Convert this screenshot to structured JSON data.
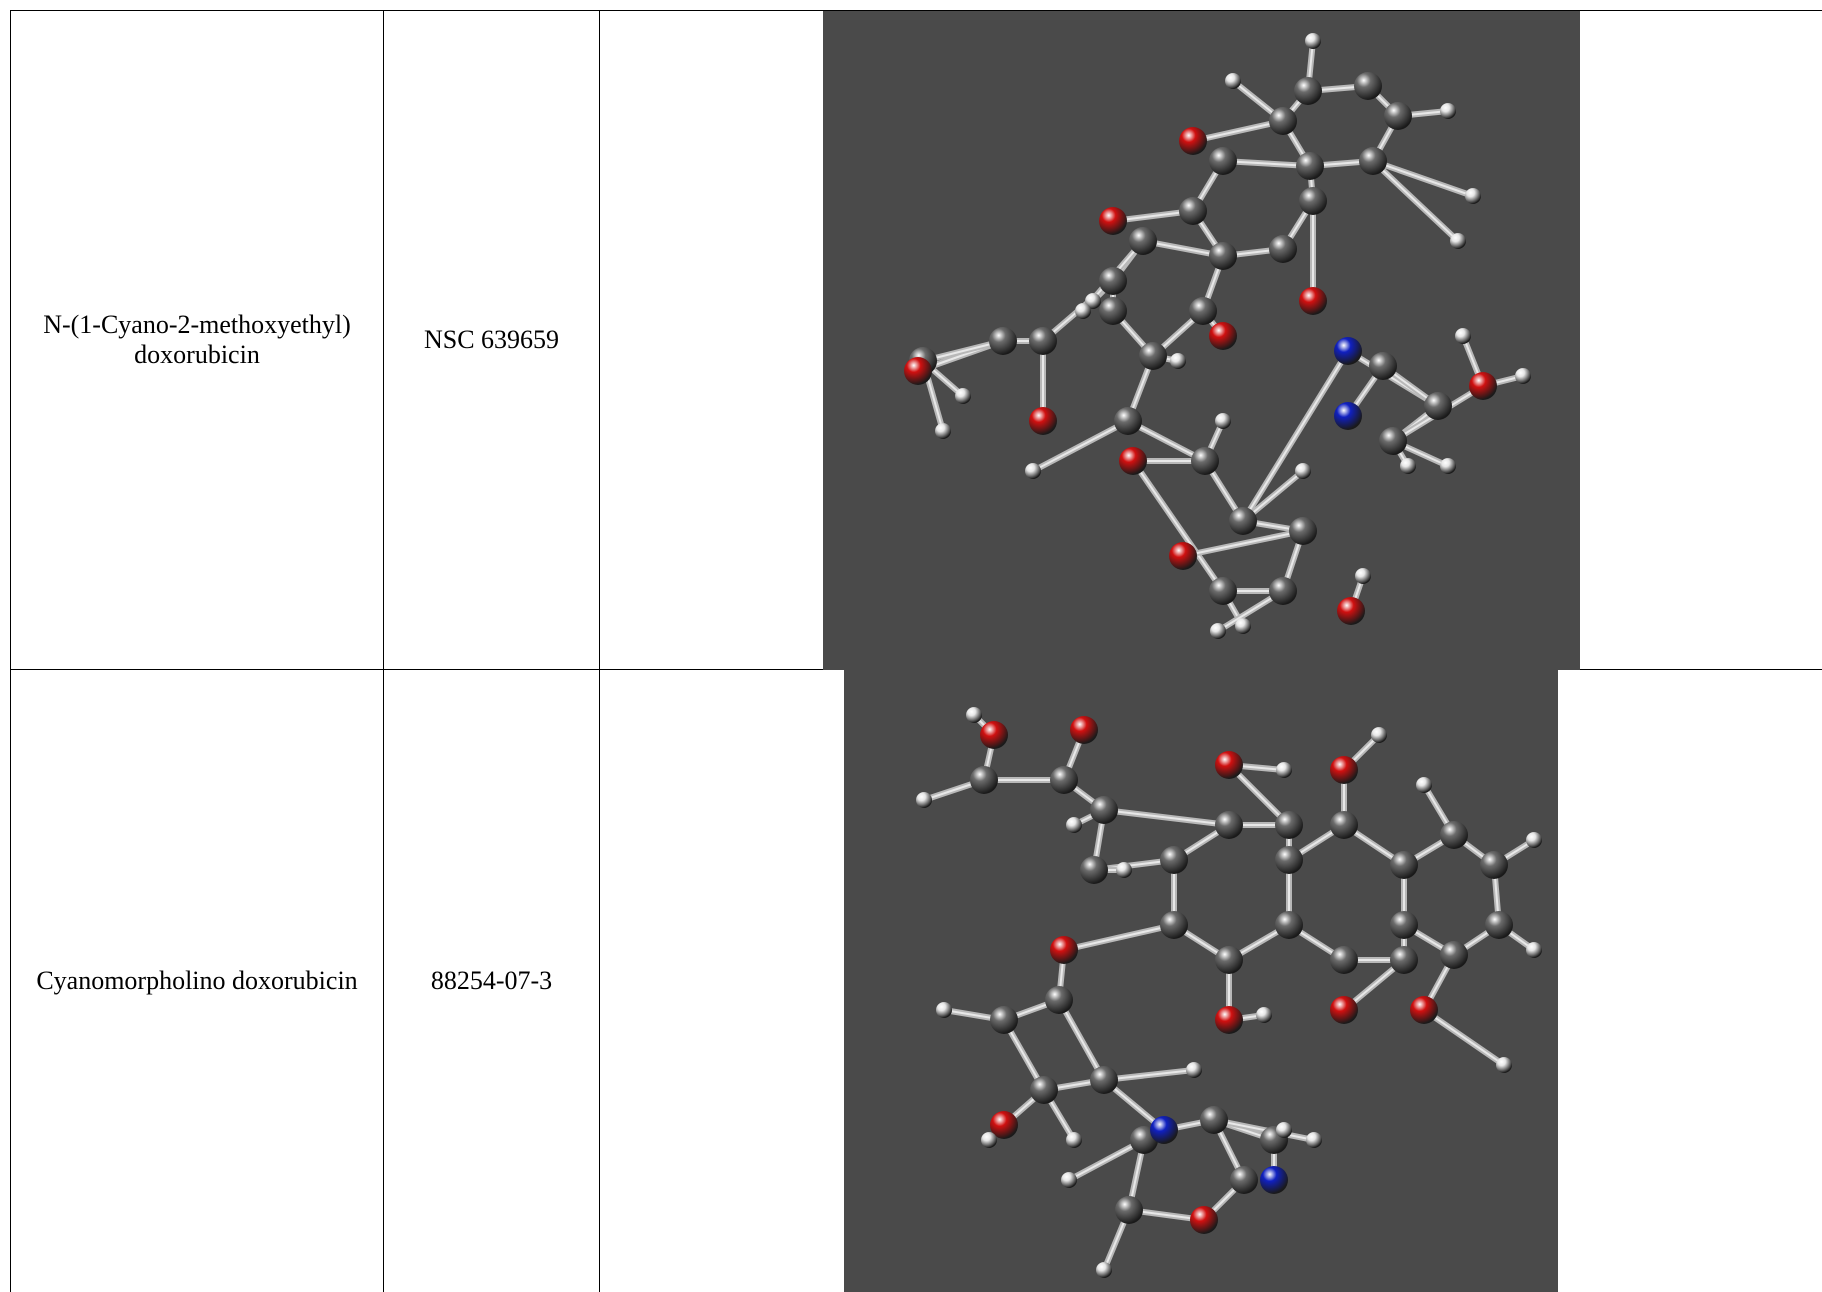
{
  "rows": [
    {
      "name_line1": "N-(1-Cyano-2-methoxyethyl)",
      "name_line2": "doxorubicin",
      "identifier": "NSC 639659",
      "structure_icon": "ball-and-stick-molecule-3d"
    },
    {
      "name_line1": "Cyanomorpholino doxorubicin",
      "name_line2": "",
      "identifier": "88254-07-3",
      "structure_icon": "ball-and-stick-molecule-3d"
    }
  ],
  "colors": {
    "molecule_background": "#4a4a4a",
    "carbon": "#6b6b6b",
    "oxygen": "#d01010",
    "nitrogen": "#1020c0",
    "hydrogen": "#e6e6e6"
  }
}
